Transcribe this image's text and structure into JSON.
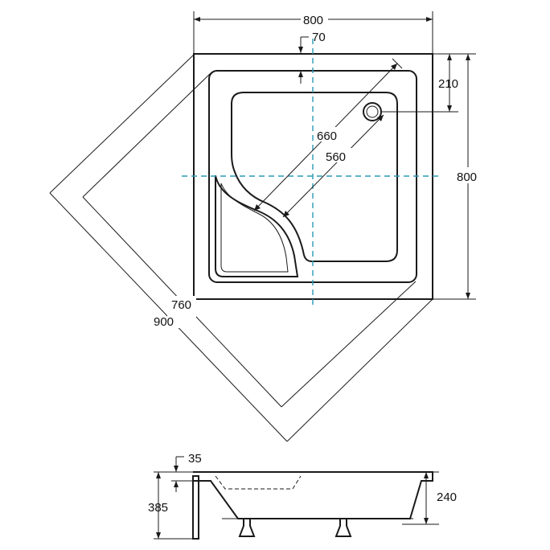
{
  "top_view": {
    "dims": {
      "width_top": "800",
      "rim_offset": "70",
      "rim_depth": "210",
      "height_right": "800",
      "diag_inner": "660",
      "diag_bottom": "560",
      "diag_760": "760",
      "diag_900": "900"
    }
  },
  "side_view": {
    "dims": {
      "panel_thickness": "35",
      "total_height": "385",
      "tray_height": "240"
    }
  },
  "colors": {
    "outline": "#1a1a1a",
    "centerline": "#2a9bb5"
  }
}
